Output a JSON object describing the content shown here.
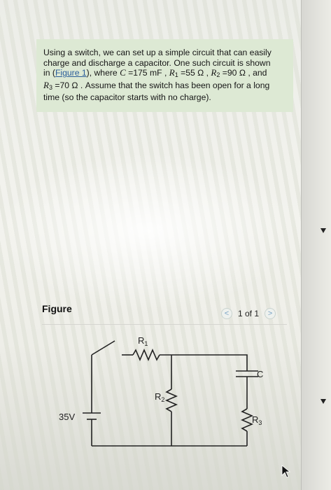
{
  "problem": {
    "text_line1": "Using a switch, we can set up a simple circuit that can easily",
    "text_line2": "charge and discharge a capacitor. One such circuit is shown",
    "text_in": "in (",
    "figure_link": "Figure 1",
    "text_where": "), where ",
    "C_sym": "C",
    "C_val": " =175 mF , ",
    "R1_sym": "R",
    "R1_sub": "1",
    "R1_val": " =55 Ω , ",
    "R2_sym": "R",
    "R2_sub": "2",
    "R2_val": " =90 Ω , and",
    "R3_sym": "R",
    "R3_sub": "3",
    "R3_val": " =70 Ω .",
    "text_line4b": " Assume that the switch has been open for a long",
    "text_line5": "time (so the capacitor starts with no charge)."
  },
  "figure": {
    "label": "Figure",
    "pager_prev": "<",
    "pager_text": "1 of 1",
    "pager_next": ">"
  },
  "circuit": {
    "battery_label": "35V",
    "r1_label": "R",
    "r1_sub": "1",
    "r2_label": "R",
    "r2_sub": "2",
    "r3_label": "R",
    "r3_sub": "3",
    "cap_label": "C"
  }
}
